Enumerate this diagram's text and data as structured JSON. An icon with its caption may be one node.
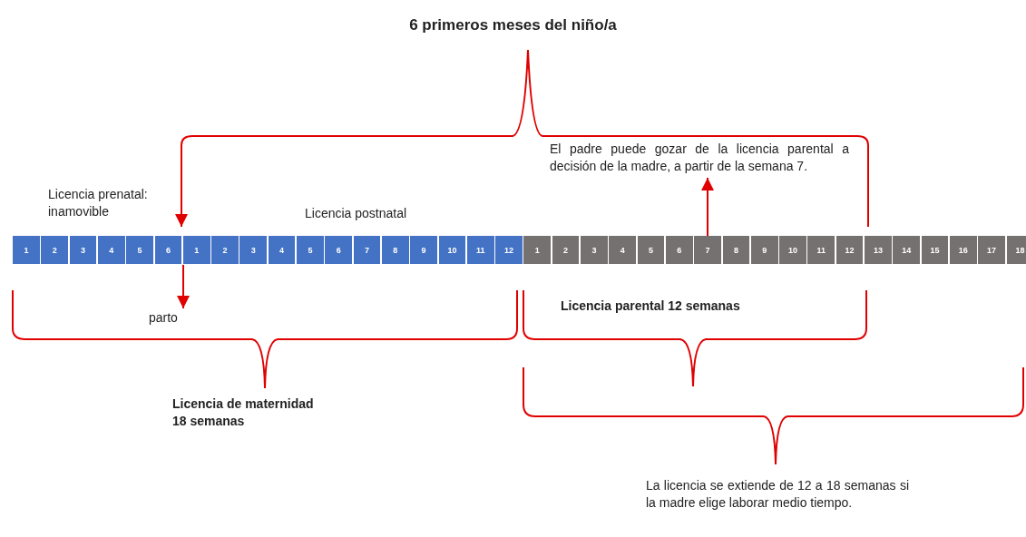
{
  "diagram": {
    "nodes": [
      {
        "text": [
          "1"
        ]
      },
      {
        "text": [
          "2"
        ]
      },
      {
        "text": [
          "3"
        ]
      },
      {
        "text": [
          "4"
        ]
      },
      {
        "text": [
          "5"
        ]
      },
      {
        "text": [
          "6"
        ]
      },
      {
        "text": [
          "1"
        ]
      },
      {
        "text": [
          "2"
        ]
      },
      {
        "text": [
          "3"
        ]
      },
      {
        "text": [
          "4"
        ]
      },
      {
        "text": [
          "5"
        ]
      },
      {
        "text": [
          "6"
        ]
      },
      {
        "text": [
          "7"
        ]
      },
      {
        "text": [
          "8"
        ]
      },
      {
        "text": [
          "9"
        ]
      },
      {
        "text": [
          "10"
        ]
      },
      {
        "text": [
          "11"
        ]
      },
      {
        "text": [
          "12"
        ]
      },
      {
        "text": [
          "1"
        ]
      },
      {
        "text": [
          "2"
        ]
      },
      {
        "text": [
          "3"
        ]
      },
      {
        "text": [
          "4"
        ]
      },
      {
        "text": [
          "5"
        ]
      },
      {
        "text": [
          "6"
        ]
      },
      {
        "text": [
          "7"
        ]
      },
      {
        "text": [
          "8"
        ]
      },
      {
        "text": [
          "9"
        ]
      },
      {
        "text": [
          "10"
        ]
      },
      {
        "text": [
          "11"
        ]
      },
      {
        "text": [
          "12"
        ]
      },
      {
        "text": [
          "13"
        ]
      },
      {
        "text": [
          "14"
        ]
      },
      {
        "text": [
          "15"
        ]
      },
      {
        "text": [
          "16"
        ]
      },
      {
        "text": [
          "17"
        ]
      },
      {
        "text": [
          "18"
        ]
      },
      {
        "text": [
          "El padre puede gozar de la licencia parental a decisión de la madre, a partir de la semana 7."
        ]
      },
      {
        "text": [
          "parto"
        ]
      }
    ],
    "edges": [
      {
        "from": 6,
        "to": 37,
        "arrow": "to"
      },
      {
        "from": 24,
        "to": 36,
        "arrow": "to"
      }
    ],
    "labels": [
      "6 primeros meses del niño/a",
      "Licencia prenatal: inamovible",
      "Licencia postnatal",
      "Licencia parental 12 semanas",
      "Licencia de maternidad 18 semanas",
      "La licencia se extiende de 12 a 18 semanas si la madre elige laborar medio tiempo."
    ]
  }
}
